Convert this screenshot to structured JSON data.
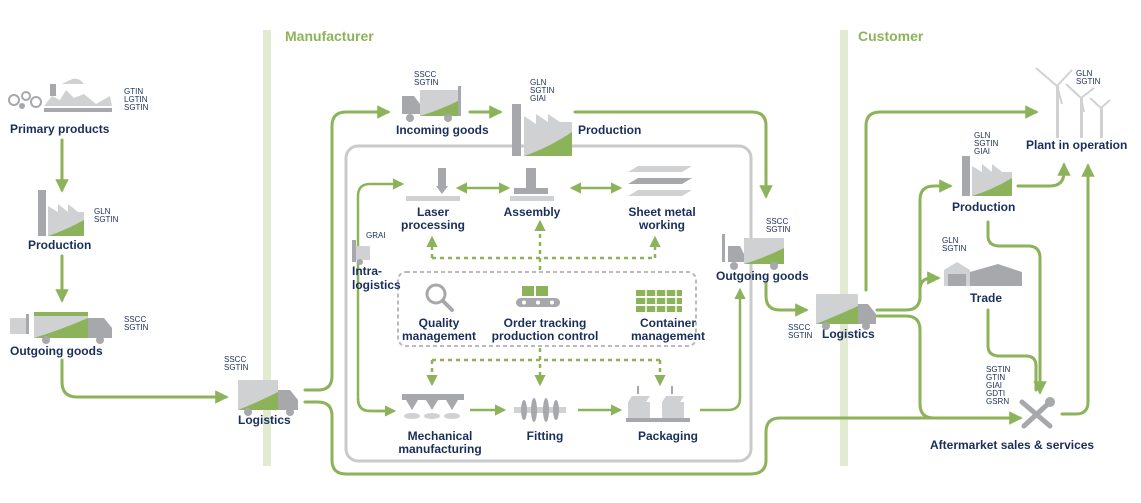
{
  "sections": {
    "manufacturer": "Manufacturer",
    "customer": "Customer"
  },
  "colors": {
    "accent_green": "#8db35a",
    "divider_green": "#e2ebd2",
    "icon_gray": "#a6a8ab",
    "text_navy": "#1a2e5a",
    "frame_gray": "#c8cacc"
  },
  "left": {
    "primary": {
      "label": "Primary products",
      "codes": [
        "GTIN",
        "LGTIN",
        "SGTIN"
      ]
    },
    "production": {
      "label": "Production",
      "codes": [
        "GLN",
        "SGTIN"
      ]
    },
    "outgoing": {
      "label": "Outgoing goods",
      "codes": [
        "SSCC",
        "SGTIN"
      ]
    },
    "logistics": {
      "label": "Logistics",
      "codes": [
        "SSCC",
        "SGTIN"
      ]
    }
  },
  "manufacturer": {
    "incoming": {
      "label": "Incoming goods",
      "codes": [
        "SSCC",
        "SGTIN"
      ]
    },
    "production": {
      "label": "Production",
      "codes": [
        "GLN",
        "SGTIN",
        "GIAI"
      ]
    },
    "laser": {
      "label": [
        "Laser",
        "processing"
      ]
    },
    "assembly": {
      "label": "Assembly"
    },
    "sheet": {
      "label": [
        "Sheet metal",
        "working"
      ]
    },
    "intra": {
      "label": [
        "Intra-",
        "logistics"
      ],
      "codes": [
        "GRAI"
      ]
    },
    "quality": {
      "label": [
        "Quality",
        "management"
      ]
    },
    "order": {
      "label": [
        "Order tracking",
        "production control"
      ]
    },
    "container": {
      "label": [
        "Container",
        "management"
      ]
    },
    "mechanical": {
      "label": [
        "Mechanical",
        "manufacturing"
      ]
    },
    "fitting": {
      "label": "Fitting"
    },
    "packaging": {
      "label": "Packaging"
    },
    "outgoing": {
      "label": "Outgoing goods",
      "codes": [
        "SSCC",
        "SGTIN"
      ]
    },
    "logistics": {
      "label": "Logistics",
      "codes": [
        "SSCC",
        "SGTIN"
      ]
    }
  },
  "customer": {
    "plant": {
      "label": "Plant in operation",
      "codes": [
        "GLN",
        "SGTIN"
      ]
    },
    "production": {
      "label": "Production",
      "codes": [
        "GLN",
        "SGTIN",
        "GIAI"
      ]
    },
    "trade": {
      "label": "Trade",
      "codes": [
        "GLN",
        "SGTIN"
      ]
    },
    "aftermarket": {
      "label": "Aftermarket sales & services",
      "codes": [
        "SGTIN",
        "GTIN",
        "GIAI",
        "GDTI",
        "GSRN"
      ]
    }
  }
}
